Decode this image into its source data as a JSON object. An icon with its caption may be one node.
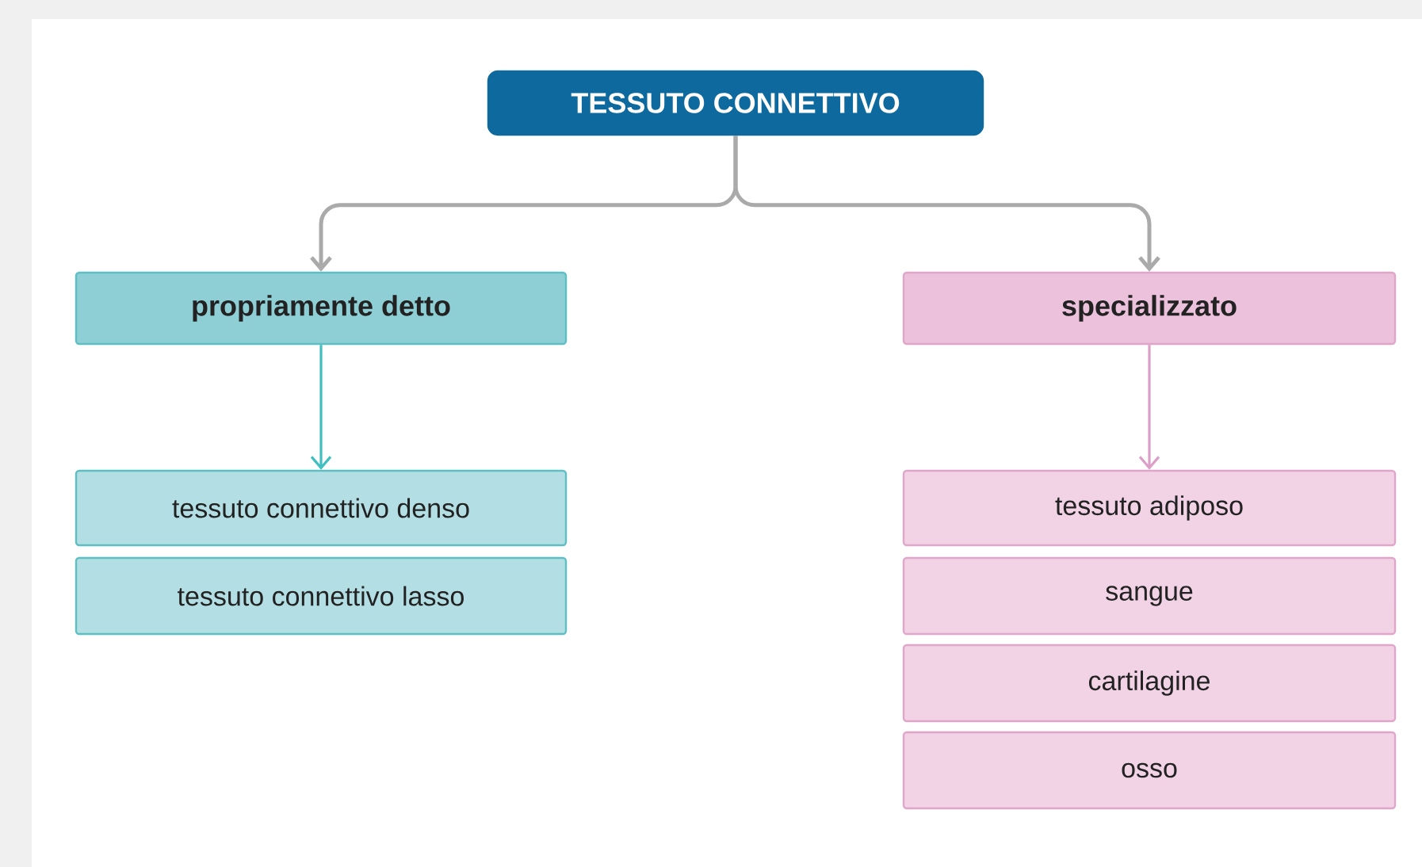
{
  "diagram": {
    "nodes": [
      {
        "text": [
          "TESSUTO CONNETTIVO"
        ]
      },
      {
        "text": [
          "propriamente detto"
        ]
      },
      {
        "text": [
          "specializzato"
        ]
      },
      {
        "text": [
          "tessuto connettivo denso"
        ]
      },
      {
        "text": [
          "tessuto connettivo lasso"
        ]
      },
      {
        "text": [
          "tessuto adiposo"
        ]
      },
      {
        "text": [
          "sangue"
        ]
      },
      {
        "text": [
          "cartilagine"
        ]
      },
      {
        "text": [
          "osso"
        ]
      }
    ],
    "edges": [
      {
        "from": 0,
        "to": 1,
        "arrow": "to"
      },
      {
        "from": 0,
        "to": 2,
        "arrow": "to"
      },
      {
        "from": 1,
        "to": 3,
        "arrow": "to",
        "color": "#3fbfbf"
      },
      {
        "from": 2,
        "to": 5,
        "arrow": "to",
        "color": "#dca0c8"
      }
    ]
  }
}
